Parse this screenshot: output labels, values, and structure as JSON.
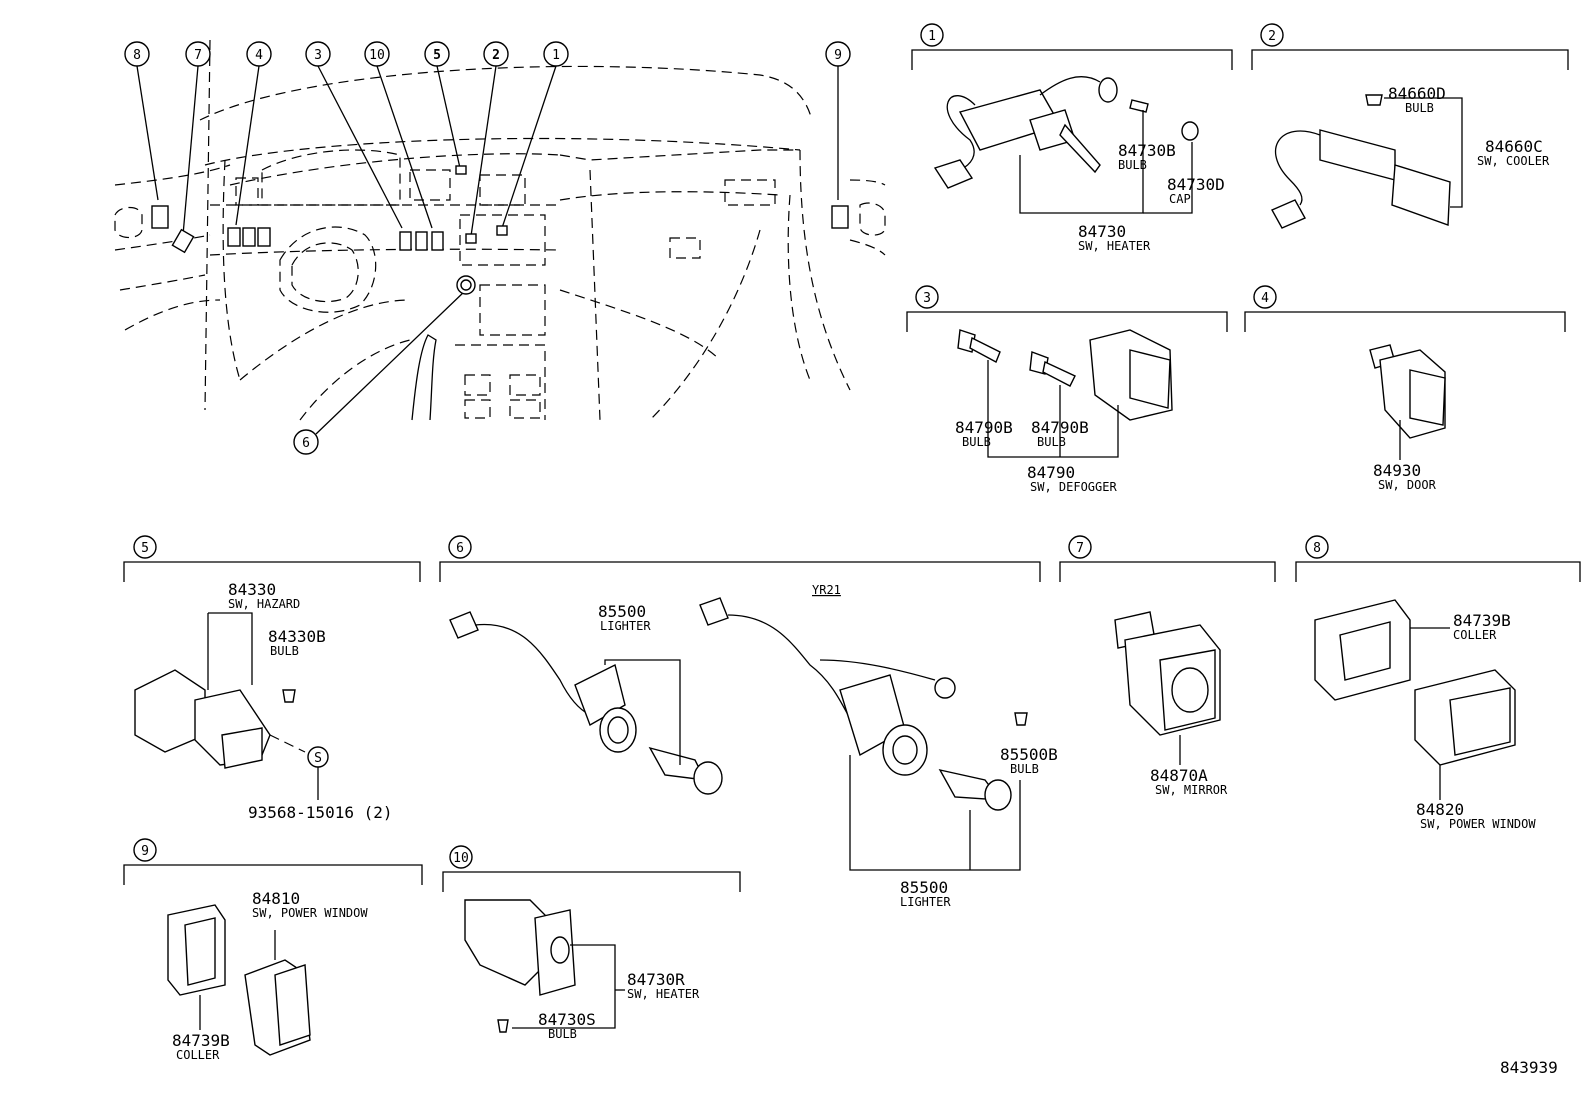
{
  "overview": {
    "callouts": [
      "8",
      "7",
      "4",
      "3",
      "10",
      "5",
      "2",
      "1",
      "9",
      "6"
    ]
  },
  "sections": [
    {
      "num": "1",
      "parts": [
        {
          "pn": "84730B",
          "desc": "BULB"
        },
        {
          "pn": "84730D",
          "desc": "CAP"
        },
        {
          "pn": "84730",
          "desc": "SW, HEATER"
        }
      ]
    },
    {
      "num": "2",
      "parts": [
        {
          "pn": "84660D",
          "desc": "BULB"
        },
        {
          "pn": "84660C",
          "desc": "SW, COOLER"
        }
      ]
    },
    {
      "num": "3",
      "parts": [
        {
          "pn": "84790B",
          "desc": "BULB"
        },
        {
          "pn": "84790B",
          "desc": "BULB"
        },
        {
          "pn": "84790",
          "desc": "SW, DEFOGGER"
        }
      ]
    },
    {
      "num": "4",
      "parts": [
        {
          "pn": "84930",
          "desc": "SW, DOOR"
        }
      ]
    },
    {
      "num": "5",
      "parts": [
        {
          "pn": "84330",
          "desc": "SW, HAZARD"
        },
        {
          "pn": "84330B",
          "desc": "BULB"
        },
        {
          "pn": "93568-15016 (2)",
          "desc": ""
        }
      ],
      "screw_symbol": "S"
    },
    {
      "num": "6",
      "variant": "YR21",
      "parts": [
        {
          "pn": "85500",
          "desc": "LIGHTER"
        },
        {
          "pn": "85500B",
          "desc": "BULB"
        },
        {
          "pn": "85500",
          "desc": "LIGHTER"
        }
      ]
    },
    {
      "num": "7",
      "parts": [
        {
          "pn": "84870A",
          "desc": "SW, MIRROR"
        }
      ]
    },
    {
      "num": "8",
      "parts": [
        {
          "pn": "84739B",
          "desc": "COLLER"
        },
        {
          "pn": "84820",
          "desc": "SW, POWER WINDOW"
        }
      ]
    },
    {
      "num": "9",
      "parts": [
        {
          "pn": "84810",
          "desc": "SW, POWER WINDOW"
        },
        {
          "pn": "84739B",
          "desc": "COLLER"
        }
      ]
    },
    {
      "num": "10",
      "parts": [
        {
          "pn": "84730R",
          "desc": "SW, HEATER"
        },
        {
          "pn": "84730S",
          "desc": "BULB"
        }
      ]
    }
  ],
  "diagram_id": "843939"
}
